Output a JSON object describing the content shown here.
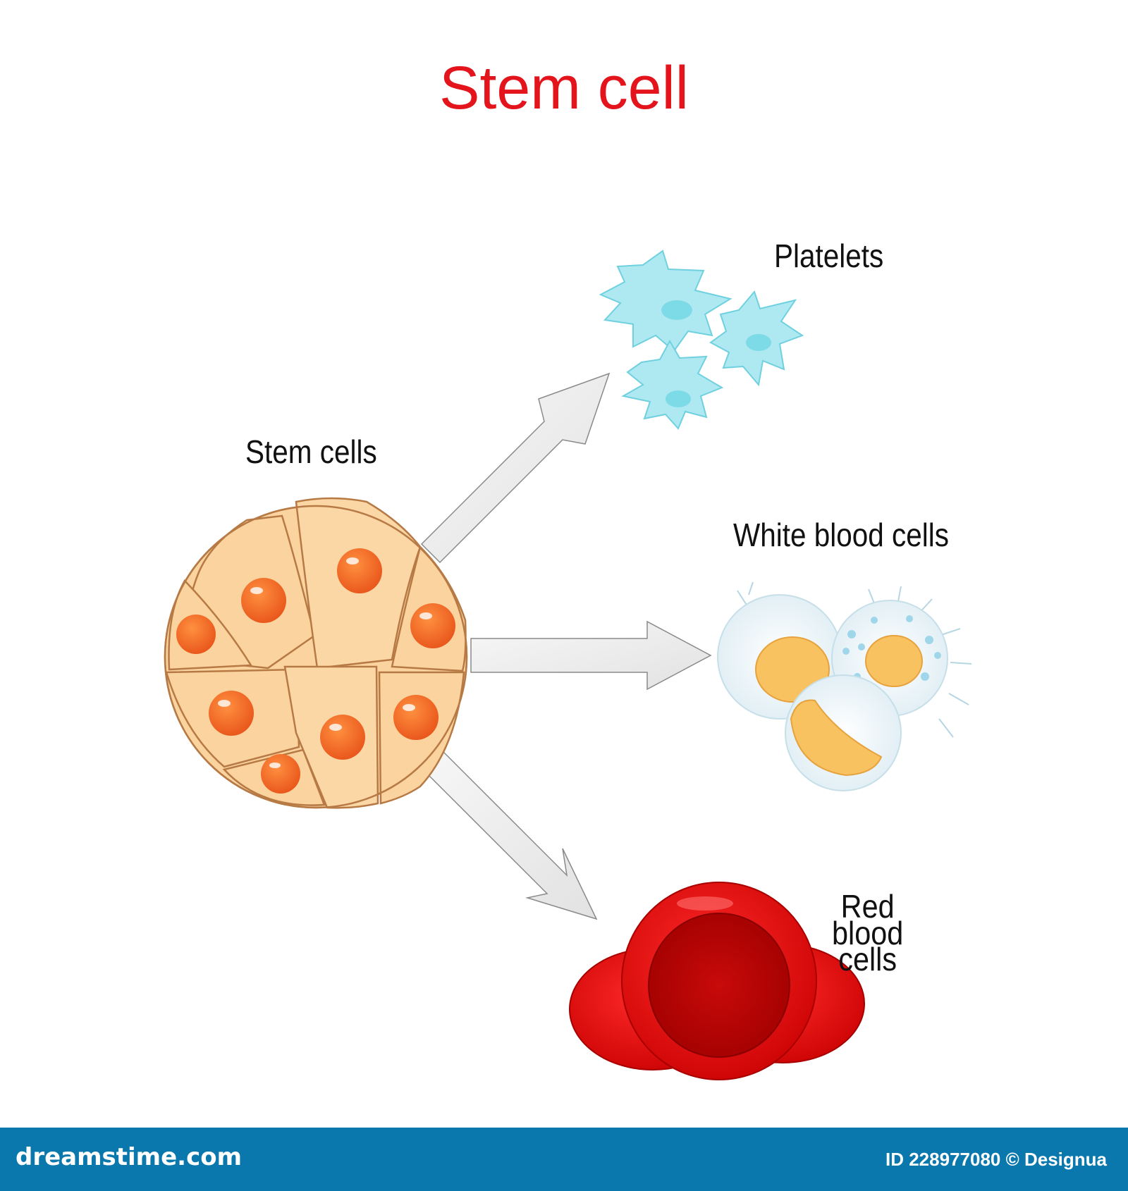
{
  "title": "Stem cell",
  "labels": {
    "stem_cells": "Stem cells",
    "platelets": "Platelets",
    "white_blood_cells": "White blood cells",
    "red_blood_cells": [
      "Red",
      "blood",
      "cells"
    ]
  },
  "footer": {
    "brand": "dreamstime.com",
    "credit": "ID 228977080 © Designua"
  },
  "colors": {
    "title": "#e3141b",
    "stem_cell_body": "#fbd39e",
    "stem_cell_nucleus": "#f26a1f",
    "platelet": "#a8e8f0",
    "wbc_nucleus": "#f9c261",
    "rbc": "#e01010",
    "arrow_fill": "#ededed",
    "footer_bg": "#0a78ad"
  }
}
